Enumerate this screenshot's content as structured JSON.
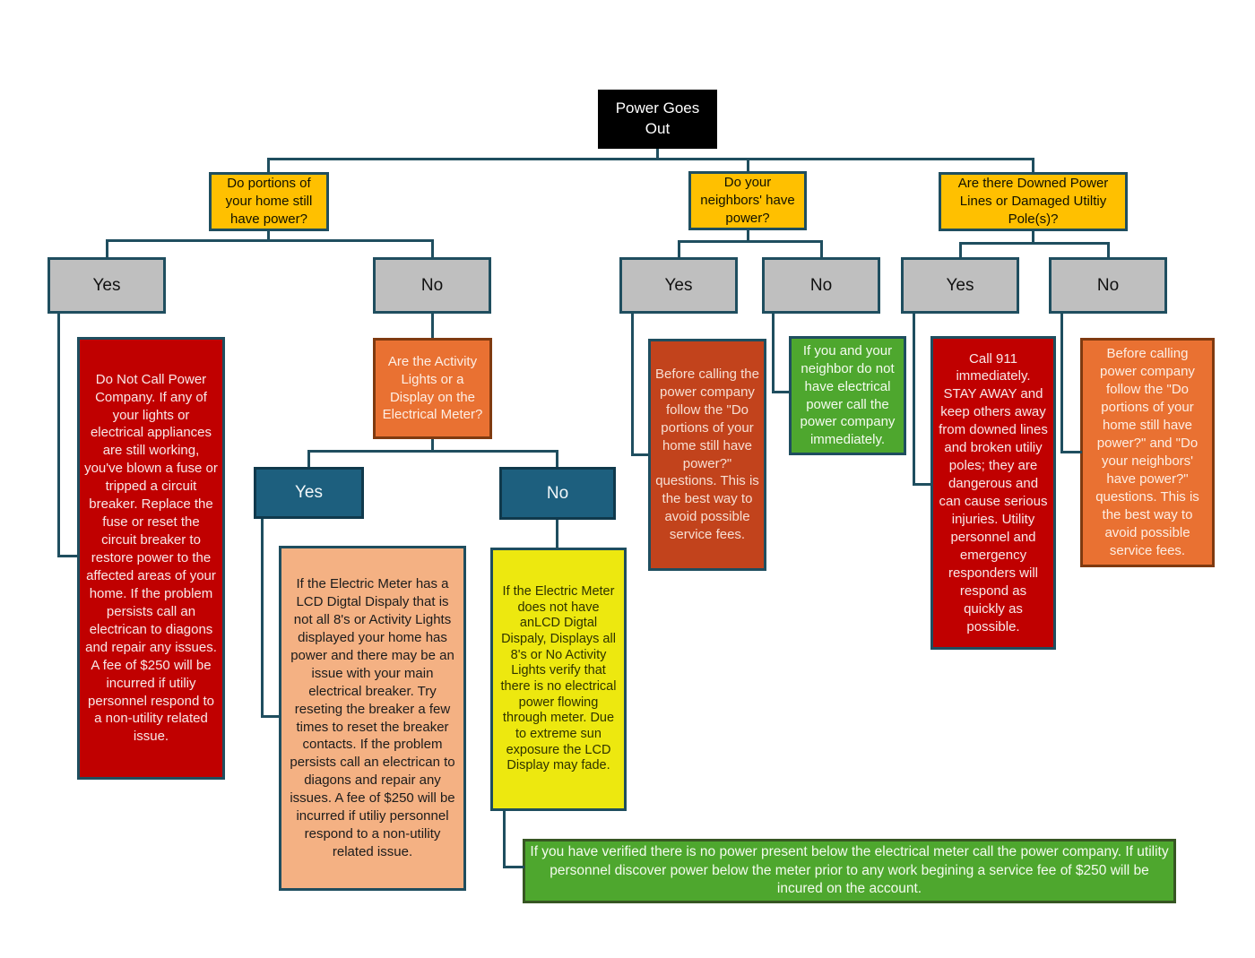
{
  "palette": {
    "connector": "#1F4E5F",
    "root_black": "#000000",
    "decision_yellow": "#FFC000",
    "answer_gray": "#BFBFBF",
    "answer_blue": "#1D5F7E",
    "warning_red": "#C00000",
    "info_orange": "#E97132",
    "info_rust": "#C2431C",
    "info_salmon": "#F4B183",
    "info_yellow": "#EDE80F",
    "action_green": "#4EA72E"
  },
  "nodes": {
    "root": {
      "label": "Power Goes Out"
    },
    "q_home": {
      "label": "Do portions of your home still have power?"
    },
    "q_neighbors": {
      "label": "Do your neighbors'  have power?"
    },
    "q_lines": {
      "label": "Are there Downed Power Lines or Damaged Utiltiy Pole(s)?"
    },
    "home_yes": {
      "label": "Yes"
    },
    "home_no": {
      "label": "No"
    },
    "neighbors_yes": {
      "label": "Yes"
    },
    "neighbors_no": {
      "label": "No"
    },
    "lines_yes": {
      "label": "Yes"
    },
    "lines_no": {
      "label": "No"
    },
    "q_meter": {
      "label": "Are the Activity Lights or a Display on the Electrical Meter?"
    },
    "meter_yes": {
      "label": "Yes"
    },
    "meter_no": {
      "label": "No"
    },
    "do_not_call": {
      "label": "Do Not Call Power Company.  If any of your lights or electrical appliances are still working, you've blown a fuse or tripped a circuit breaker. Replace the fuse or reset the circuit breaker to restore power to the affected areas of your home.  If the problem persists call an electrican to diagons and repair any issues.  A fee of $250 will be incurred if utiliy personnel respond to a non-utility related issue."
    },
    "meter_has_display": {
      "label": "If the Electric Meter has a LCD Digtal Dispaly that is not all 8's or Activity Lights  displayed your home has power and there may be an issue with your main electrical breaker.  Try reseting the breaker a few times to reset the breaker contacts.  If the problem persists call an electrican to diagons and repair any issues.  A fee of $250 will be incurred if utiliy personnel respond to a non-utility related issue."
    },
    "meter_no_display": {
      "label": "If the Electric Meter does not have anLCD Digtal Dispaly, Displays all 8's or No Activity Lights verify that there is no electrical power flowing through meter. Due to extreme sun exposure the LCD Display may fade."
    },
    "before_calling_home": {
      "label": "Before calling the power company follow the \"Do portions of your home still have power?\" questions.  This is the best way to avoid possible service fees."
    },
    "call_immediately": {
      "label": "If you and your neighbor do not have electrical power call the power company immediately."
    },
    "call_911": {
      "label": "Call 911 immediately. STAY AWAY and keep others away from downed lines and broken utiliy poles; they are dangerous and can cause serious injuries. Utility personnel and emergency responders will respond as quickly as possible."
    },
    "before_calling_both": {
      "label": "Before calling power company follow the \"Do portions of your home still have power?\" and \"Do your neighbors' have power?\" questions.  This is the best way to avoid possible service fees."
    },
    "verified_no_power": {
      "label": "If you have verified there is no power present below the electrical meter call the power company.  If utility personnel discover power below the meter prior to any work begining a service fee of $250 will be incured on the account."
    }
  }
}
